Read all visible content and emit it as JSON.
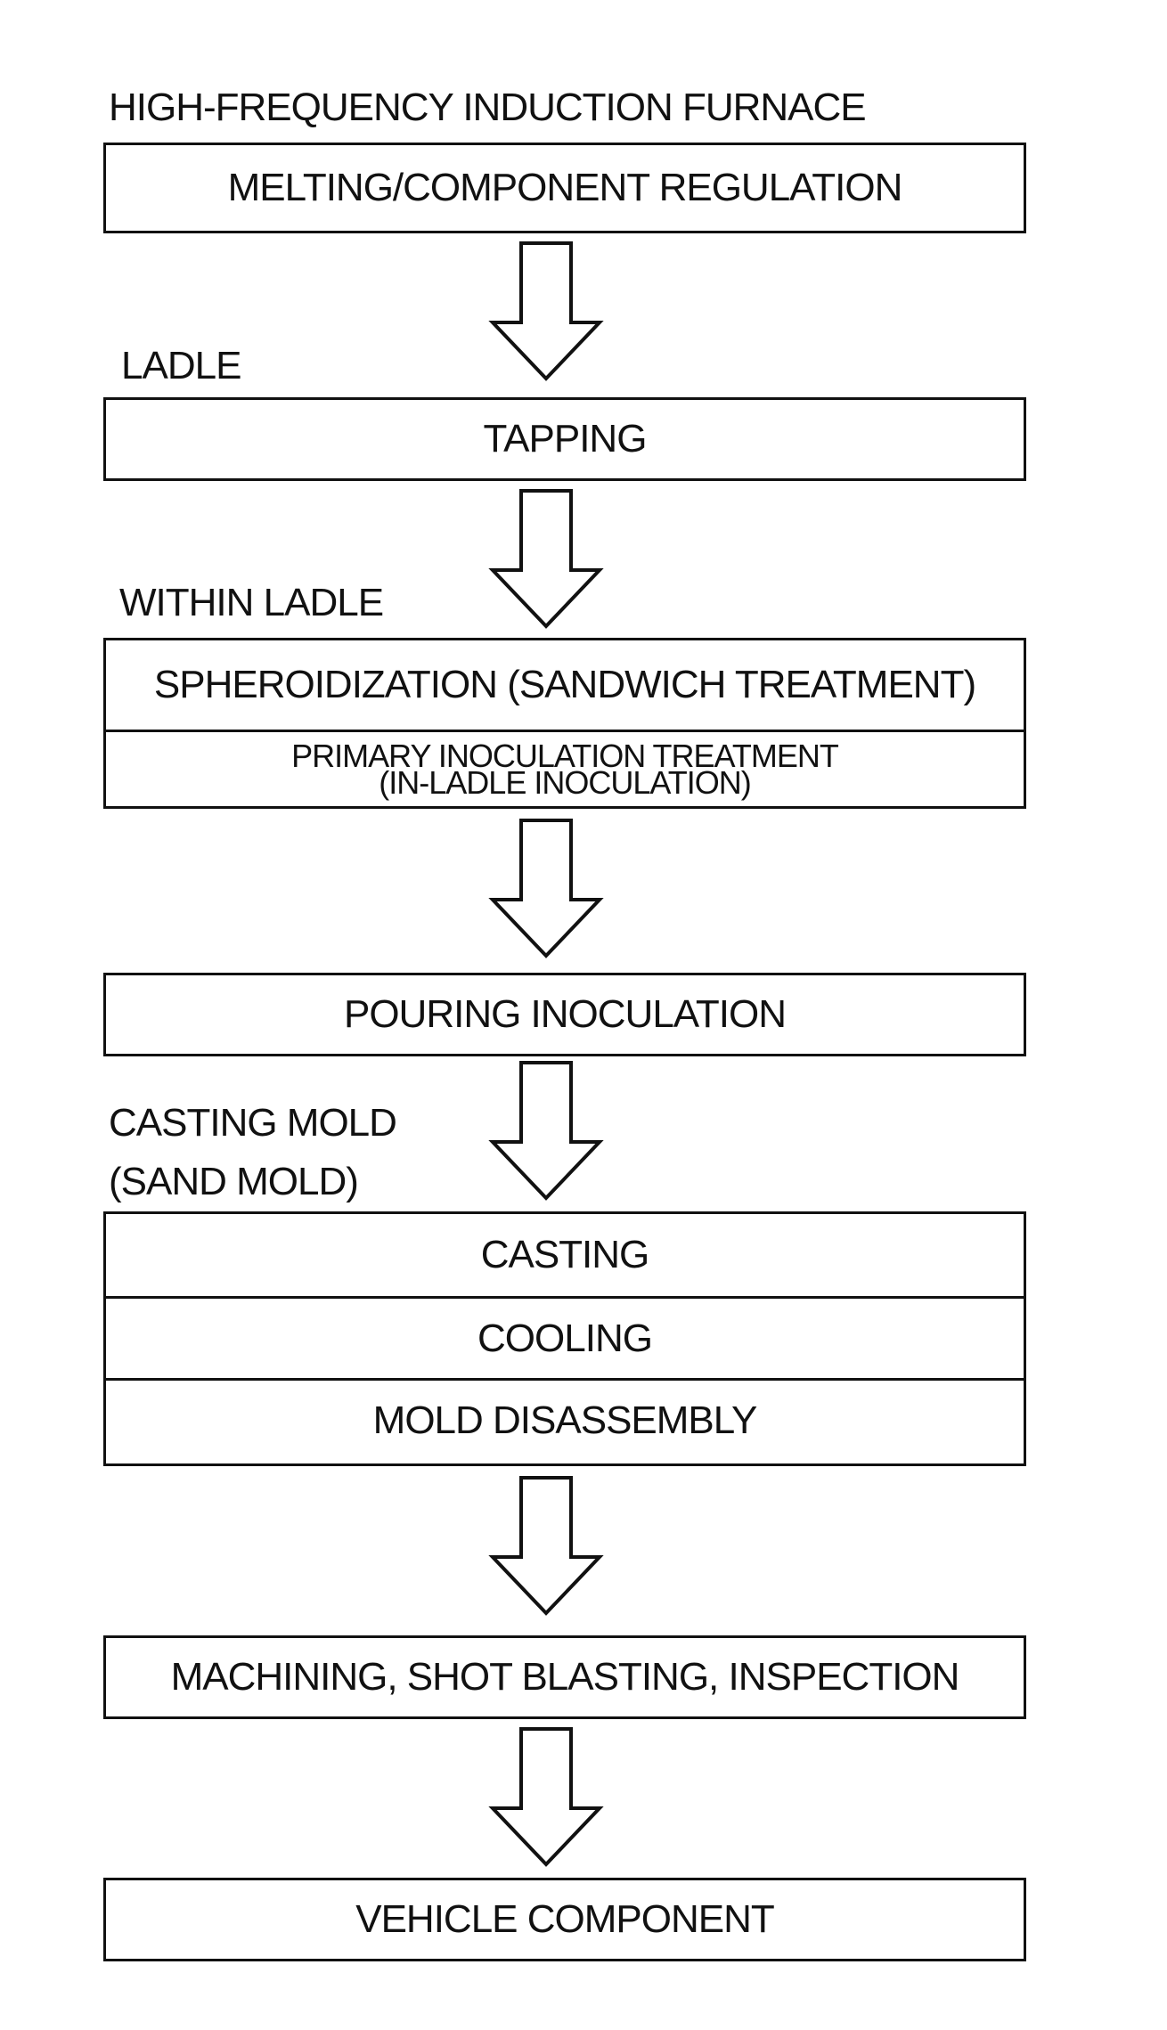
{
  "diagram": {
    "stages": [
      {
        "label": "HIGH-FREQUENCY INDUCTION FURNACE",
        "steps": [
          "MELTING/COMPONENT REGULATION"
        ]
      },
      {
        "label": "LADLE",
        "steps": [
          "TAPPING"
        ]
      },
      {
        "label": "WITHIN LADLE",
        "steps": [
          "SPHEROIDIZATION (SANDWICH TREATMENT)"
        ],
        "sub_step_line1": "PRIMARY INOCULATION TREATMENT",
        "sub_step_line2": "(IN-LADLE INOCULATION)"
      },
      {
        "label": "",
        "steps": [
          "POURING INOCULATION"
        ]
      },
      {
        "label_line1": "CASTING MOLD",
        "label_line2": "(SAND MOLD)",
        "steps": [
          "CASTING",
          "COOLING",
          "MOLD DISASSEMBLY"
        ]
      },
      {
        "label": "",
        "steps": [
          "MACHINING, SHOT BLASTING, INSPECTION"
        ]
      },
      {
        "label": "",
        "steps": [
          "VEHICLE COMPONENT"
        ]
      }
    ],
    "arrow_icon": "hollow-down-arrow-icon",
    "line_color": "#111111",
    "background_color": "#ffffff"
  }
}
